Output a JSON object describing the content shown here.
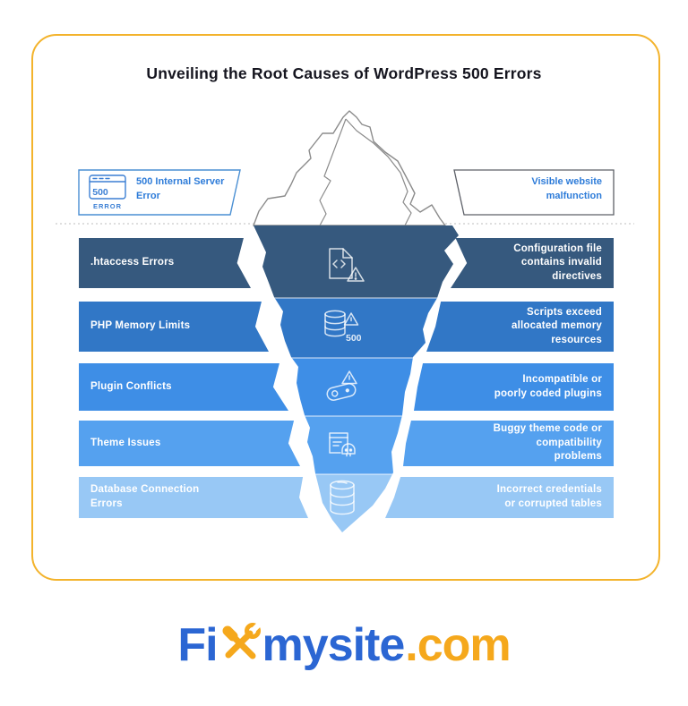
{
  "title": "Unveiling the Root Causes of WordPress 500 Errors",
  "surface": {
    "left": {
      "icon": "browser-500-error-icon",
      "badge_500": "500",
      "badge_error": "ERROR",
      "label": "500 Internal Server Error"
    },
    "right": {
      "label": "Visible website malfunction"
    }
  },
  "rows": [
    {
      "cause": ".htaccess Errors",
      "detail": "Configuration file contains invalid directives",
      "icon": "code-file-warning-icon",
      "color": "#36597E"
    },
    {
      "cause": "PHP Memory Limits",
      "detail": "Scripts exceed allocated memory resources",
      "icon": "database-warning-icon",
      "icon_label": "500",
      "color": "#3177C6"
    },
    {
      "cause": "Plugin Conflicts",
      "detail": "Incompatible or poorly coded plugins",
      "icon": "plugin-warning-icon",
      "color": "#3E8EE6"
    },
    {
      "cause": "Theme Issues",
      "detail": "Buggy theme code or compatibility problems",
      "icon": "theme-skull-icon",
      "color": "#55A1EF"
    },
    {
      "cause": "Database Connection Errors",
      "detail": "Incorrect credentials or corrupted tables",
      "icon": "database-icon",
      "color": "#98C8F5"
    }
  ],
  "logo": {
    "fi": "Fi",
    "x_icon": "crossed-tools-x-icon",
    "mysite": "mysite",
    "dotcom": ".com"
  },
  "colors": {
    "card_border": "#F3B32C",
    "accent_text": "#2E7CD9",
    "logo_blue": "#2B66D3",
    "logo_orange": "#F5A81C"
  }
}
